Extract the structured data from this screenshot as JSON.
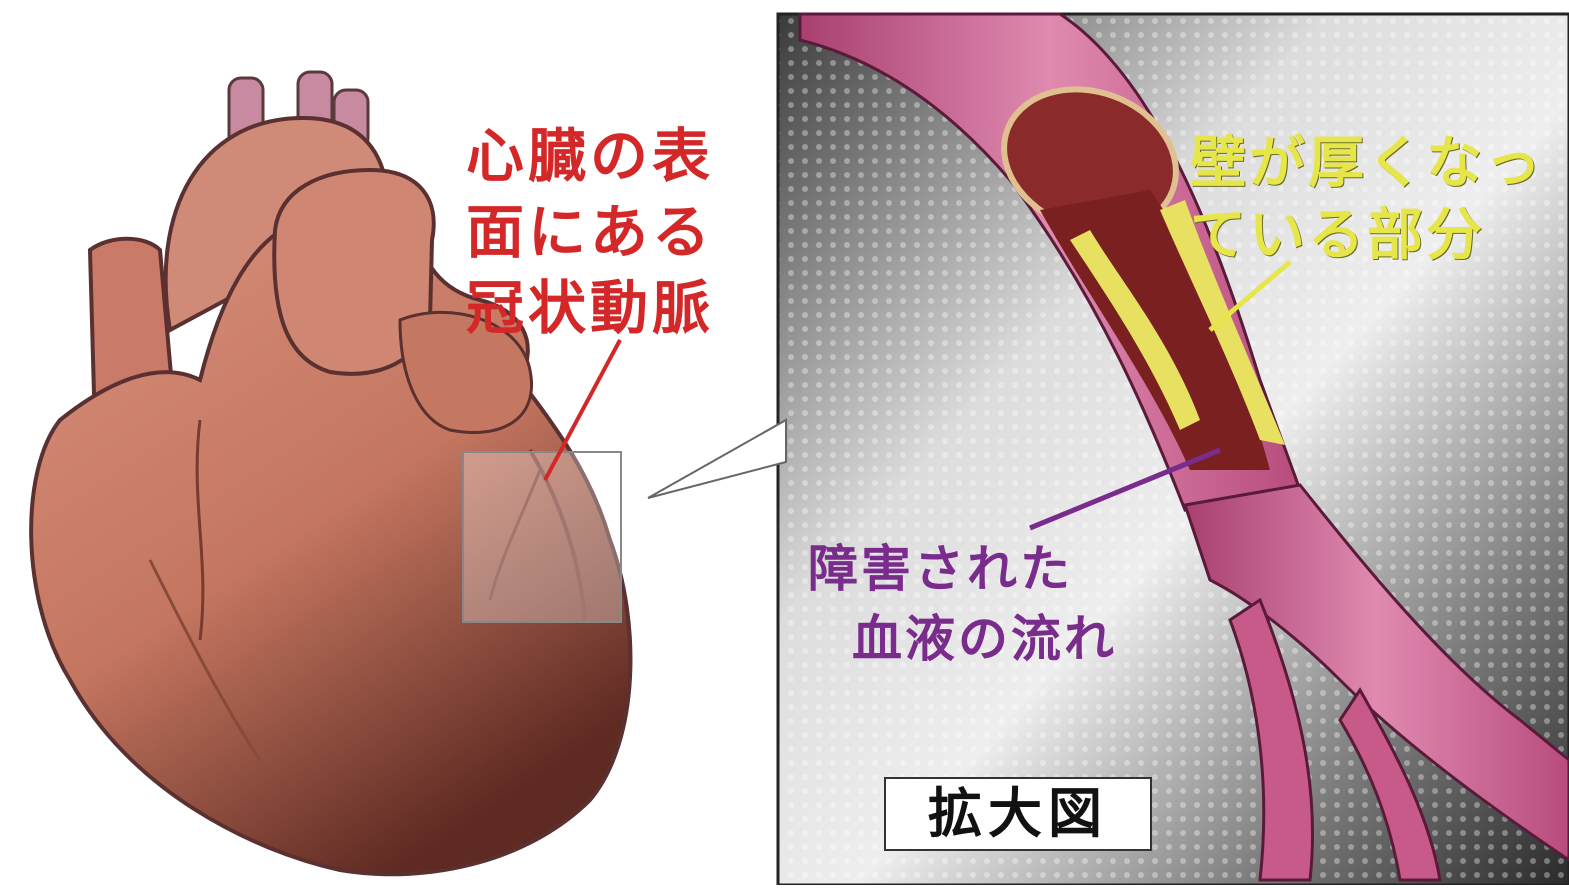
{
  "heart_label": {
    "lines": [
      "心臓の表",
      "面にある",
      "冠状動脈"
    ]
  },
  "thick_wall_label": {
    "lines": [
      "壁が厚くなっ",
      "ている部分"
    ]
  },
  "blood_flow_label": {
    "lines": [
      "障害された",
      "血液の流れ"
    ]
  },
  "zoom_caption": "拡大図",
  "colors": {
    "heart_label": "#d42828",
    "thick_wall_label": "#e6e64a",
    "blood_flow_label": "#7a2c8c",
    "vessel": "#c85a8a",
    "plaque": "#e8e060",
    "heart": "#c97a68"
  }
}
